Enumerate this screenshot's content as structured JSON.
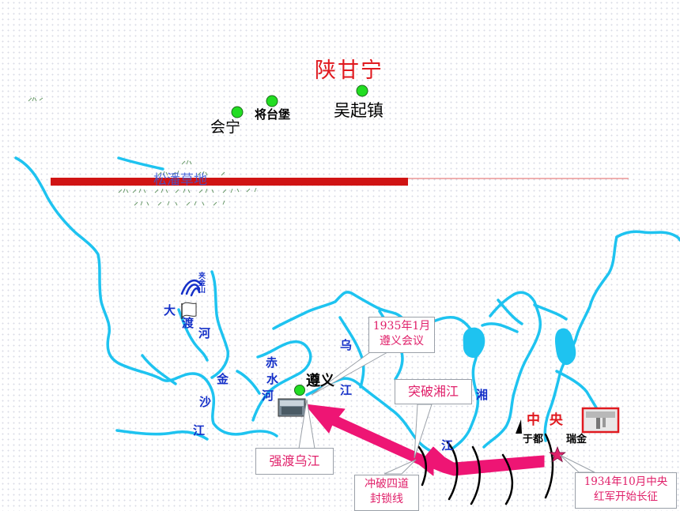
{
  "places": {
    "shaanganning": "陕甘宁",
    "wuqizhen": "吴起镇",
    "jiangtaibao": "将台堡",
    "huining": "会宁",
    "songpan": "松潘草地",
    "jiajinshan": "夹金山",
    "zunyi": "遵义",
    "zhongyang": "中  央",
    "yudu": "于都",
    "ruijin": "瑞金"
  },
  "rivers": {
    "dadu_1": "大",
    "dadu_2": "渡",
    "dadu_3": "河",
    "jinsha_1": "金",
    "jinsha_2": "沙",
    "jinsha_3": "江",
    "chishui_1": "赤",
    "chishui_2": "水",
    "chishui_3": "河",
    "wu_1": "乌",
    "wu_2": "江",
    "xiang": "湘",
    "jiang": "江"
  },
  "callouts": {
    "zunyi_meeting": [
      "1935年1月",
      "遵义会议"
    ],
    "xiangjiang": "突破湘江",
    "wujiang": "强渡乌江",
    "blockade": [
      "冲破四道",
      "封锁线"
    ],
    "start": [
      "1934年10月中央",
      "红军开始长征"
    ]
  },
  "colors": {
    "river": "#1ec3f0",
    "route": "#ee1574",
    "red": "#e0191f",
    "label_blue": "#1530c8",
    "point": "#22dd22"
  }
}
